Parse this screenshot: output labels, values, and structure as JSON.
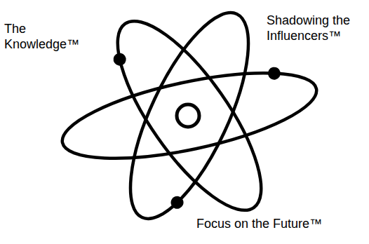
{
  "diagram": {
    "labels": [
      "The Knowledge™",
      "Shadowing the Influencers™",
      "Focus on the Future™"
    ]
  }
}
